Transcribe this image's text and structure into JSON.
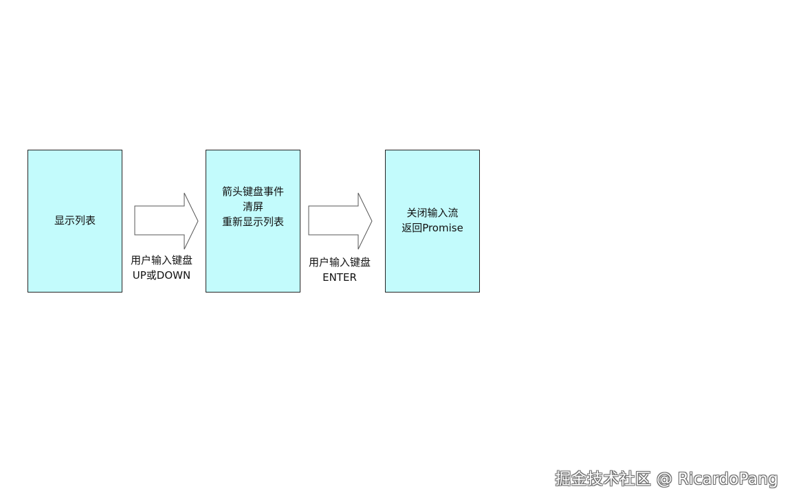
{
  "diagram": {
    "nodes": [
      {
        "lines": [
          "显示列表"
        ]
      },
      {
        "lines": [
          "箭头键盘事件",
          "清屏",
          "重新显示列表"
        ]
      },
      {
        "lines": [
          "关闭输入流",
          "返回Promise"
        ]
      }
    ],
    "edges": [
      {
        "label_lines": [
          "用户输入键盘",
          "UP或DOWN"
        ]
      },
      {
        "label_lines": [
          "用户输入键盘",
          "ENTER"
        ]
      }
    ]
  },
  "watermark": "掘金技术社区 @ RicardoPang",
  "colors": {
    "node_fill": "#c3fbfc",
    "node_border": "#222222",
    "arrow_fill": "#ffffff",
    "arrow_stroke": "#555555"
  }
}
